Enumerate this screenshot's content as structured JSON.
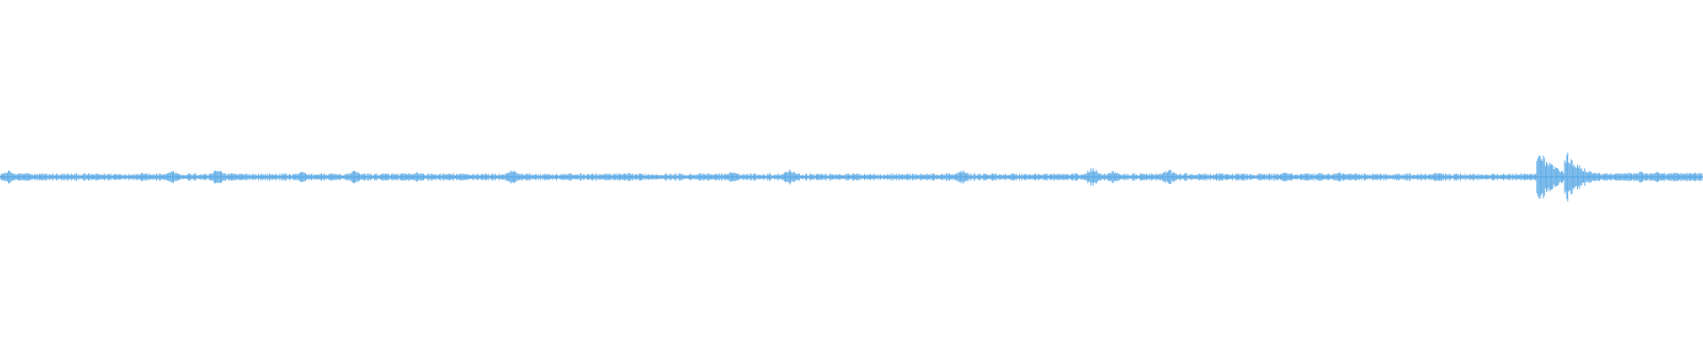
{
  "waveform": {
    "color": "#5AA9E6",
    "background": "#FFFFFF",
    "peak_level": 0.28,
    "baseline_level": 0.02,
    "burst_levels": [
      0.28,
      0.24
    ]
  }
}
